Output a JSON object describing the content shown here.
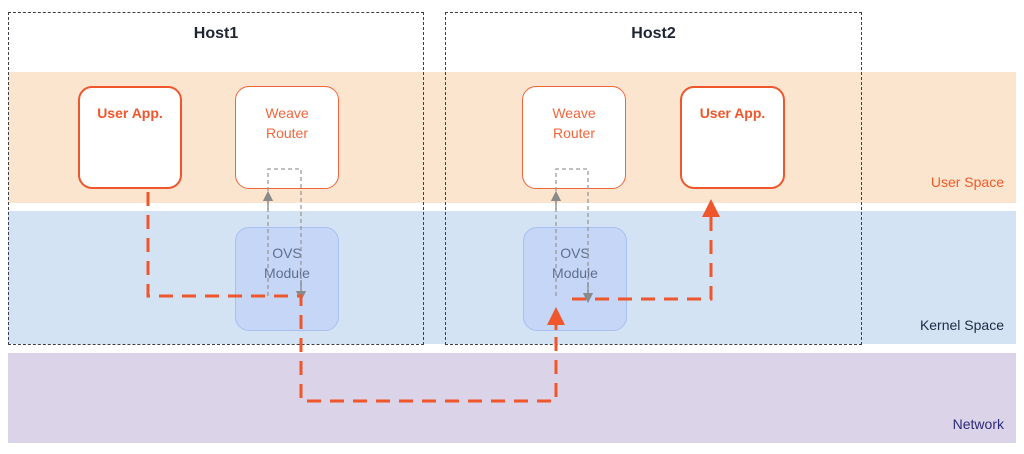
{
  "layers": {
    "user_space": "User Space",
    "kernel_space": "Kernel Space",
    "network": "Network"
  },
  "hosts": [
    {
      "title": "Host1",
      "user_app": "User App.",
      "weave_router": "Weave\nRouter",
      "ovs_module": "OVS\nModule"
    },
    {
      "title": "Host2",
      "user_app": "User App.",
      "weave_router": "Weave\nRouter",
      "ovs_module": "OVS\nModule"
    }
  ],
  "colors": {
    "accent_orange": "#f0562b",
    "user_space_band": "#fbe5cf",
    "kernel_space_band": "#d4e3f3",
    "network_band": "#dbd3e8",
    "ovs_fill": "#c5d6f6",
    "dashed_gray": "#9a9a9a"
  }
}
